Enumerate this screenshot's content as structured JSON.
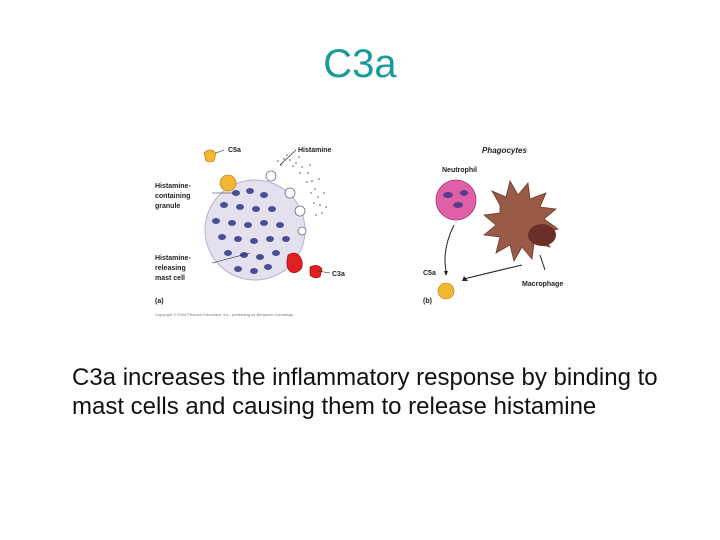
{
  "slide": {
    "title": "C3a",
    "body": "C3a increases the inflammatory response by binding to mast cells and causing them to release histamine"
  },
  "figure": {
    "panel_a": {
      "label": "(a)",
      "labels": {
        "c5a": "C5a",
        "histamine": "Histamine",
        "granule_line1": "Histamine-",
        "granule_line2": "containing",
        "granule_line3": "granule",
        "mast_line1": "Histamine-",
        "mast_line2": "releasing",
        "mast_line3": "mast cell",
        "c3a": "C3a"
      }
    },
    "panel_b": {
      "label": "(b)",
      "title": "Phagocytes",
      "neutrophil": "Neutrophil",
      "c5a": "C5a",
      "macrophage": "Macrophage"
    },
    "credit": "Copyright © 2004 Pearson Education, Inc., publishing as Benjamin Cummings",
    "colors": {
      "cell_fill": "#e4e0ee",
      "granule": "#4a4e96",
      "c5a_fill": "#f2b630",
      "c3a_fill": "#e02020",
      "neutrophil_fill": "#e060a8",
      "macrophage_fill": "#9a5a48"
    }
  }
}
